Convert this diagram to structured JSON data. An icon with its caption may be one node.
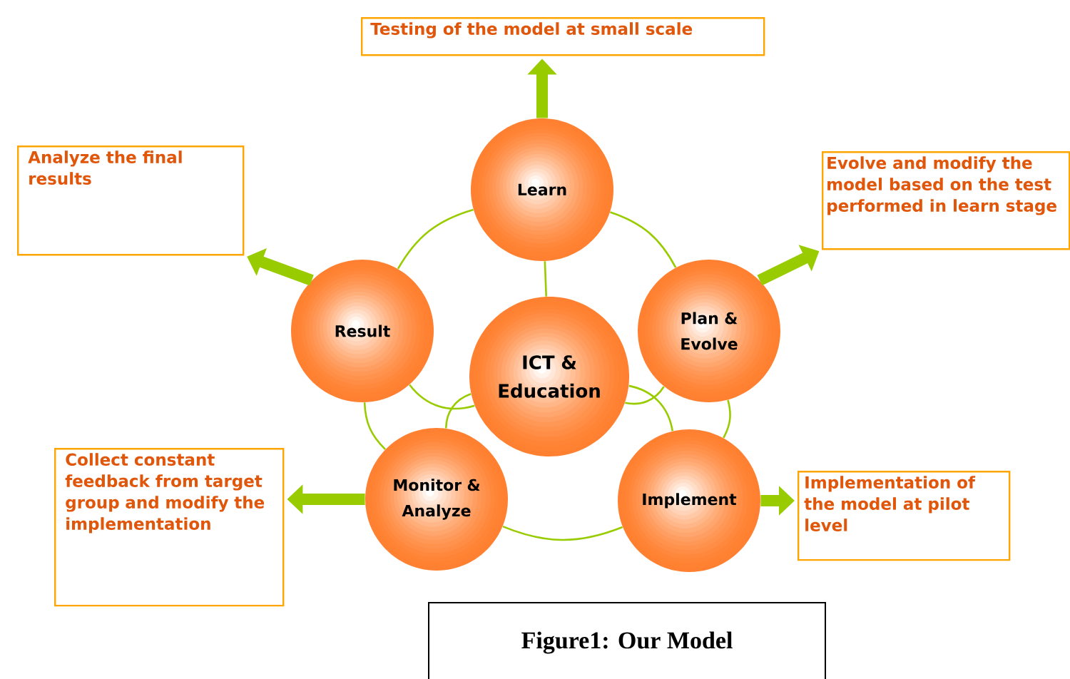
{
  "diagram": {
    "caption": "Figure1: Our Model",
    "nodes": [
      {
        "text": [
          "ICT & Education"
        ]
      },
      {
        "text": [
          "Learn"
        ]
      },
      {
        "text": [
          "Plan & Evolve"
        ]
      },
      {
        "text": [
          "Implement"
        ]
      },
      {
        "text": [
          "Monitor & Analyze"
        ]
      },
      {
        "text": [
          "Result"
        ]
      },
      {
        "text": [
          "Testing of the model at small scale"
        ]
      },
      {
        "text": [
          "Evolve and modify the model based on the test performed in learn stage"
        ]
      },
      {
        "text": [
          "Implementation of the model at pilot level"
        ]
      },
      {
        "text": [
          "Collect constant feedback from target group and modify the implementation"
        ]
      },
      {
        "text": [
          "Analyze the final results"
        ]
      }
    ],
    "edges": [
      {
        "from": 1,
        "to": 2,
        "arrow": "none"
      },
      {
        "from": 2,
        "to": 3,
        "arrow": "none"
      },
      {
        "from": 3,
        "to": 4,
        "arrow": "none"
      },
      {
        "from": 4,
        "to": 5,
        "arrow": "none"
      },
      {
        "from": 5,
        "to": 1,
        "arrow": "none"
      },
      {
        "from": 0,
        "to": 1,
        "arrow": "none"
      },
      {
        "from": 0,
        "to": 2,
        "arrow": "none"
      },
      {
        "from": 0,
        "to": 3,
        "arrow": "none"
      },
      {
        "from": 0,
        "to": 4,
        "arrow": "none"
      },
      {
        "from": 0,
        "to": 5,
        "arrow": "none"
      },
      {
        "from": 1,
        "to": 6,
        "arrow": "to",
        "style": "thick"
      },
      {
        "from": 2,
        "to": 7,
        "arrow": "to",
        "style": "thick"
      },
      {
        "from": 3,
        "to": 8,
        "arrow": "to",
        "style": "thick"
      },
      {
        "from": 4,
        "to": 9,
        "arrow": "to",
        "style": "thick"
      },
      {
        "from": 5,
        "to": 10,
        "arrow": "to",
        "style": "thick"
      }
    ]
  }
}
